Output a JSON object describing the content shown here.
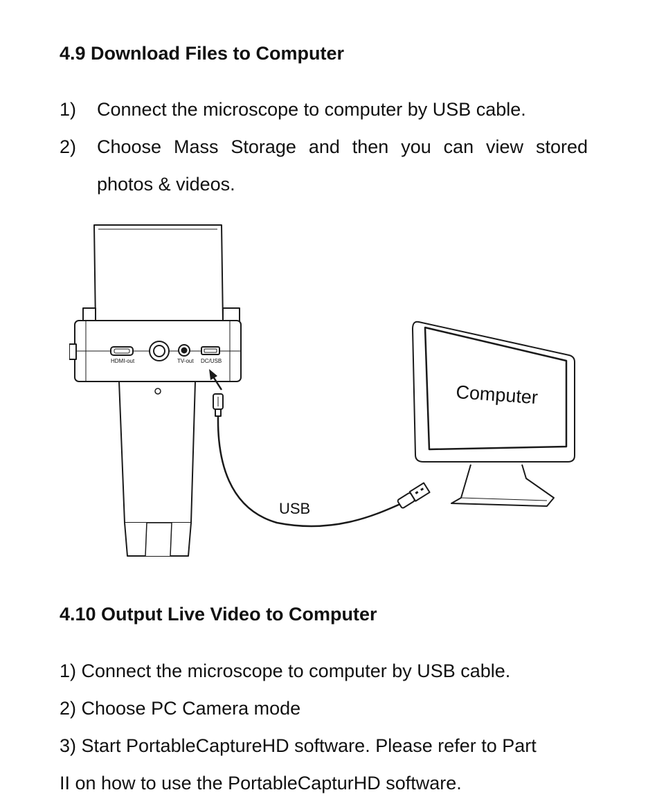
{
  "section_a": {
    "heading": "4.9 Download Files to Computer",
    "steps": [
      {
        "num": "1)",
        "text": "Connect the microscope to computer by USB cable."
      },
      {
        "num": "2)",
        "text_line1": "Choose Mass Storage and then you can view stored",
        "text_line2": "photos & videos."
      }
    ]
  },
  "figure": {
    "port_labels": [
      "HDMI-out",
      "TV-out",
      "DC/USB"
    ],
    "cable_label": "USB",
    "monitor_label": "Computer"
  },
  "section_b": {
    "heading": "4.10 Output Live Video to Computer",
    "lines": [
      "1) Connect the microscope to computer by USB cable.",
      "2) Choose PC Camera mode",
      "3) Start PortableCaptureHD software. Please refer to Part",
      "II on how to use the PortableCapturHD software."
    ]
  }
}
